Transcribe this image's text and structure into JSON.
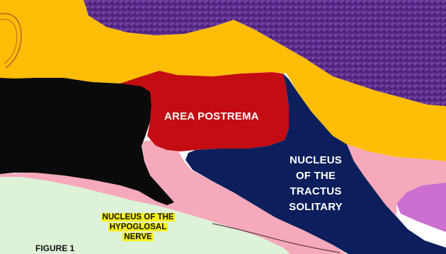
{
  "labels": {
    "area_postrema": "AREA POSTREMA",
    "nts_line1": "NUCLEUS",
    "nts_line2": "OF THE",
    "nts_line3": "TRACTUS",
    "nts_line4": "SOLITARY",
    "hypoglossal_line1": "NUCLEUS OF THE",
    "hypoglossal_line2": "HYPOGLOSAL",
    "hypoglossal_line3": "NERVE",
    "figure_caption": "FIGURE 1"
  },
  "colors": {
    "background": "#ffffff",
    "purple_texture": "#5c2a8a",
    "orange_region": "#ffbd06",
    "area_postrema": "#c30d12",
    "nucleus_tractus_solitary": "#0c1f5c",
    "black_region": "#0a0a0a",
    "pink_band": "#f5a9ba",
    "hypoglossal_region": "#def2d9",
    "magenta_region": "#cc6fd0",
    "label_highlight": "#f6f01a"
  }
}
